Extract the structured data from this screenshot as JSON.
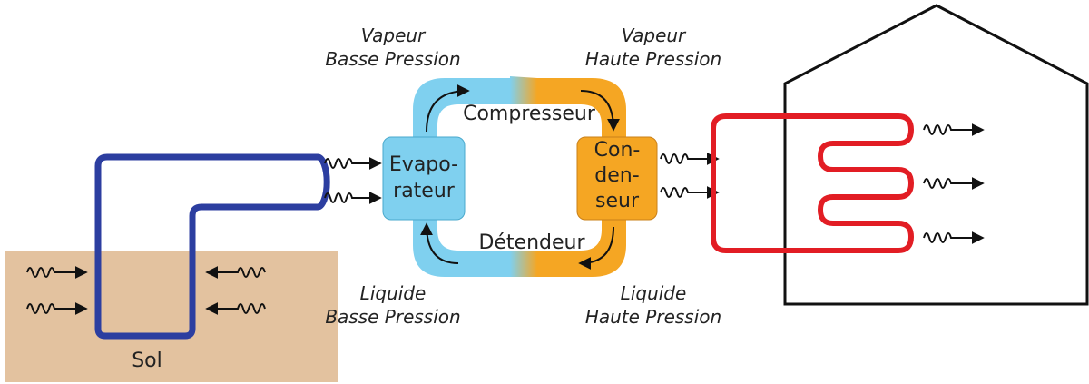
{
  "labels": {
    "vapeur_bp": [
      "Vapeur",
      "Basse Pression"
    ],
    "vapeur_hp": [
      "Vapeur",
      "Haute Pression"
    ],
    "liquide_bp": [
      "Liquide",
      "Basse Pression"
    ],
    "liquide_hp": [
      "Liquide",
      "Haute Pression"
    ],
    "compresseur": "Compresseur",
    "detendeur": "Détendeur",
    "evaporateur": [
      "Evapo-",
      "rateur"
    ],
    "condenseur": [
      "Con-",
      "den-",
      "seur"
    ],
    "sol": "Sol"
  },
  "colors": {
    "ground": "#e3c29f",
    "ground_loop": "#2c3ea0",
    "evaporator": "#7fd0ef",
    "condenser": "#f5a623",
    "house_loop": "#e21d24",
    "outline": "#111111"
  }
}
